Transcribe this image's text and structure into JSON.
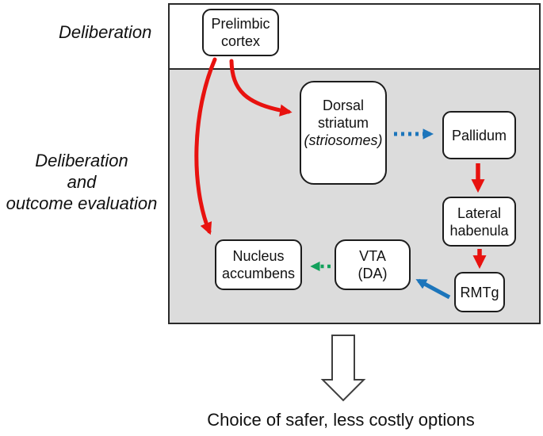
{
  "figure": {
    "section_labels": {
      "deliberation": "Deliberation",
      "deliberation_outcome": [
        "Deliberation",
        "and",
        "outcome evaluation"
      ]
    },
    "nodes": {
      "prelimbic_cortex": [
        "Prelimbic",
        "cortex"
      ],
      "dorsal_striatum": [
        "Dorsal",
        "striatum",
        "(striosomes)"
      ],
      "pallidum": [
        "Pallidum"
      ],
      "lateral_habenula": [
        "Lateral",
        "habenula"
      ],
      "rmtg": [
        "RMTg"
      ],
      "vta": [
        "VTA",
        "(DA)"
      ],
      "nucleus_accumbens": [
        "Nucleus",
        "accumbens"
      ]
    },
    "caption": "Choice of safer, less costly options",
    "colors": {
      "red": "#e8120f",
      "blue": "#1c75bb",
      "green": "#13a15c",
      "panel_gray": "#dcdcdc",
      "outline": "#2a2a2a",
      "big_arrow_outline": "#3f3f3f",
      "big_arrow_fill": "#ffffff"
    },
    "connections": [
      {
        "from": "prelimbic_cortex",
        "to": "nucleus_accumbens",
        "style": "solid",
        "color": "red"
      },
      {
        "from": "prelimbic_cortex",
        "to": "dorsal_striatum",
        "style": "solid",
        "color": "red"
      },
      {
        "from": "dorsal_striatum",
        "to": "pallidum",
        "style": "dotted",
        "color": "blue"
      },
      {
        "from": "pallidum",
        "to": "lateral_habenula",
        "style": "solid",
        "color": "red"
      },
      {
        "from": "lateral_habenula",
        "to": "rmtg",
        "style": "solid",
        "color": "red"
      },
      {
        "from": "rmtg",
        "to": "vta",
        "style": "solid",
        "color": "blue"
      },
      {
        "from": "vta",
        "to": "nucleus_accumbens",
        "style": "dotted",
        "color": "green"
      }
    ]
  }
}
